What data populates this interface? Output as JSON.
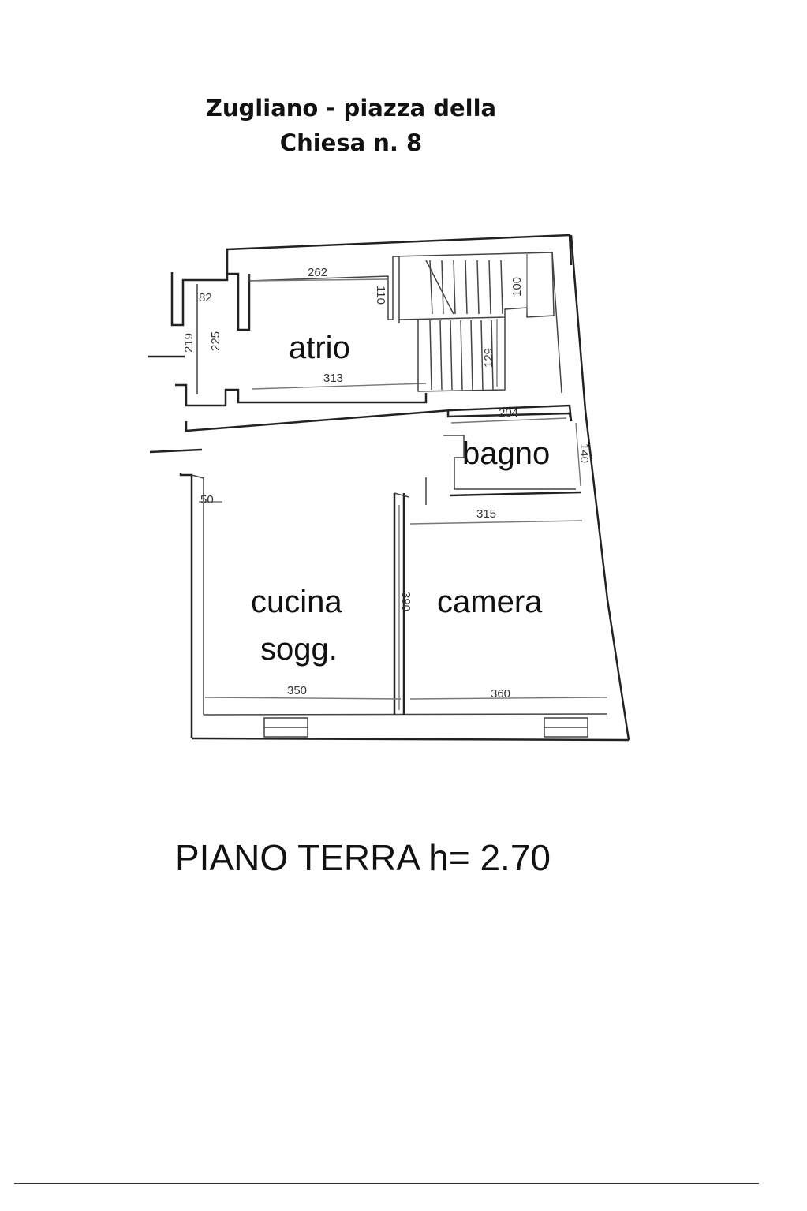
{
  "title_line1": "Zugliano - piazza della",
  "title_line2": "Chiesa n. 8",
  "rooms": {
    "atrio": "atrio",
    "bagno": "bagno",
    "cucina_line1": "cucina",
    "cucina_line2": "sogg.",
    "camera": "camera"
  },
  "dimensions": {
    "atrio_top": "262",
    "atrio_bottom": "313",
    "entry_width": "82",
    "entry_height": "225",
    "entry_side": "219",
    "atrio_step": "110",
    "stair_top": "100",
    "stair_bottom": "129",
    "bagno_width": "204",
    "bagno_height": "140",
    "camera_top": "315",
    "cucina_niche": "50",
    "cucina_height": "390",
    "cucina_width": "350",
    "camera_width": "360"
  },
  "floor_label": "PIANO TERRA h= 2.70"
}
